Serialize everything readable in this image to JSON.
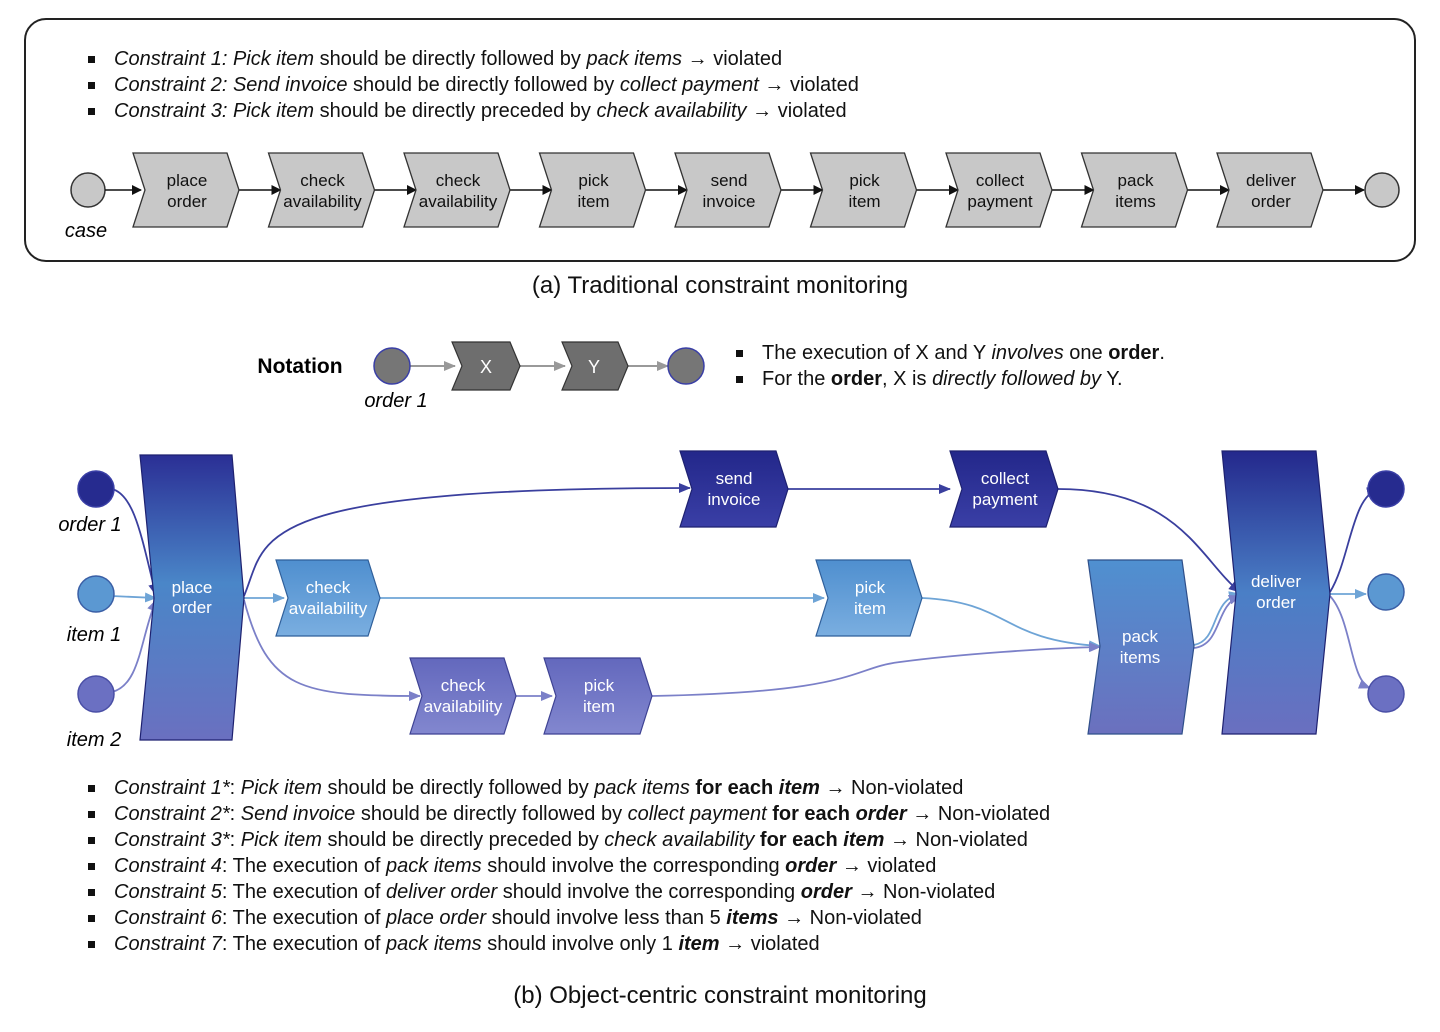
{
  "panel_a": {
    "caption": "(a) Traditional constraint monitoring",
    "constraints": [
      {
        "name": "Constraint 1:",
        "a": "Pick item",
        "mid": "should be directly followed by",
        "b": "pack items",
        "result": "violated"
      },
      {
        "name": "Constraint 2:",
        "a": "Send invoice",
        "mid": "should be directly followed by",
        "b": "collect payment",
        "result": "violated"
      },
      {
        "name": "Constraint 3:",
        "a": "Pick item",
        "mid": "should be directly preceded by",
        "b": "check availability",
        "result": "violated"
      }
    ],
    "case_label": "case",
    "activities": [
      [
        "place",
        "order"
      ],
      [
        "check",
        "availability"
      ],
      [
        "check",
        "availability"
      ],
      [
        "pick",
        "item"
      ],
      [
        "send",
        "invoice"
      ],
      [
        "pick",
        "item"
      ],
      [
        "collect",
        "payment"
      ],
      [
        "pack",
        "items"
      ],
      [
        "deliver",
        "order"
      ]
    ]
  },
  "panel_b": {
    "caption": "(b) Object-centric constraint monitoring",
    "notation": {
      "title": "Notation",
      "object_label": "order 1",
      "x": "X",
      "y": "Y",
      "bullet1": {
        "t1": "The execution of X and Y",
        "t2": "involves",
        "t3": "one",
        "t4": "order",
        "t5": "."
      },
      "bullet2": {
        "t1": "For the",
        "t2": "order",
        "t3": ", X is",
        "t4": "directly followed by",
        "t5": "Y."
      }
    },
    "objects": [
      "order 1",
      "item 1",
      "item 2"
    ],
    "activities": {
      "place_order": [
        "place",
        "order"
      ],
      "send_invoice": [
        "send",
        "invoice"
      ],
      "collect_payment": [
        "collect",
        "payment"
      ],
      "check_availability_1": [
        "check",
        "availability"
      ],
      "pick_item_1": [
        "pick",
        "item"
      ],
      "check_availability_2": [
        "check",
        "availability"
      ],
      "pick_item_2": [
        "pick",
        "item"
      ],
      "pack_items": [
        "pack",
        "items"
      ],
      "deliver_order": [
        "deliver",
        "order"
      ]
    },
    "colors": {
      "order": "#2a2e8c",
      "item1": "#5b95cc",
      "item2": "#6b70be"
    },
    "constraints": [
      {
        "name": "Constraint 1*",
        "p1": ":",
        "a": "Pick item",
        "mid": "should be directly followed by",
        "b": "pack items",
        "c1": "for each",
        "c2": "item",
        "result": "Non-violated"
      },
      {
        "name": "Constraint 2*",
        "p1": ":",
        "a": "Send invoice",
        "mid": "should be directly followed by",
        "b": "collect payment",
        "c1": "for each",
        "c2": "order",
        "result": "Non-violated"
      },
      {
        "name": "Constraint 3*",
        "p1": ":",
        "a": "Pick item",
        "mid": "should be directly preceded by",
        "b": "check availability",
        "c1": "for each",
        "c2": "item",
        "result": "Non-violated"
      },
      {
        "name": "Constraint 4",
        "p1": ": The execution of",
        "a": "pack items",
        "mid": "should involve the corresponding",
        "b": "order",
        "result": "violated"
      },
      {
        "name": "Constraint 5",
        "p1": ": The execution of",
        "a": "deliver order",
        "mid": "should involve the corresponding",
        "b": "order",
        "result": "Non-violated"
      },
      {
        "name": "Constraint 6",
        "p1": ": The execution of",
        "a": "place order",
        "mid": "should involve less than 5",
        "b": "items",
        "result": "Non-violated"
      },
      {
        "name": "Constraint 7",
        "p1": ": The execution of",
        "a": "pack items",
        "mid": "should involve only 1",
        "b": "item",
        "result": "violated"
      }
    ]
  },
  "arrow_symbol": "→"
}
